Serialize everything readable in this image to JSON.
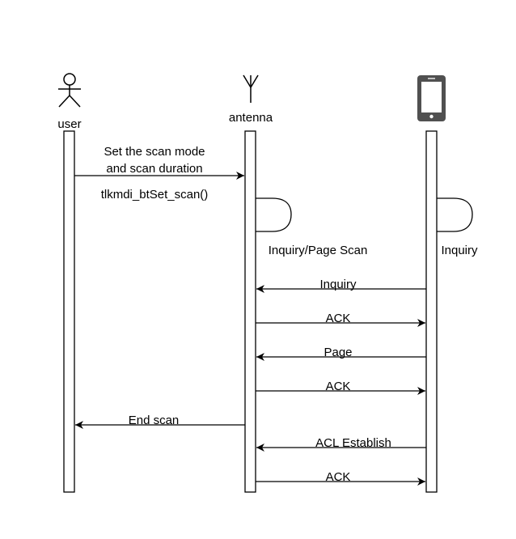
{
  "participants": {
    "user": {
      "label": "user",
      "icon": "stick-figure-icon"
    },
    "antenna": {
      "label": "antenna",
      "icon": "antenna-icon"
    },
    "phone": {
      "label": "",
      "icon": "smartphone-icon",
      "icon_color": "#505050"
    }
  },
  "notes": {
    "set_scan_line1": "Set the scan mode",
    "set_scan_line2": "and scan duration",
    "function_call": "tlkmdi_btSet_scan()",
    "antenna_self": "Inquiry/Page Scan",
    "phone_self": "Inquiry"
  },
  "messages": [
    {
      "label": "Inquiry",
      "from": "phone",
      "to": "antenna"
    },
    {
      "label": "ACK",
      "from": "antenna",
      "to": "phone"
    },
    {
      "label": "Page",
      "from": "phone",
      "to": "antenna"
    },
    {
      "label": "ACK",
      "from": "antenna",
      "to": "phone"
    },
    {
      "label": "End scan",
      "from": "antenna",
      "to": "user"
    },
    {
      "label": "ACL Establish",
      "from": "phone",
      "to": "antenna"
    },
    {
      "label": "ACK",
      "from": "antenna",
      "to": "phone"
    }
  ],
  "colors": {
    "line": "#000000",
    "phone_body": "#505050",
    "background": "#ffffff"
  }
}
